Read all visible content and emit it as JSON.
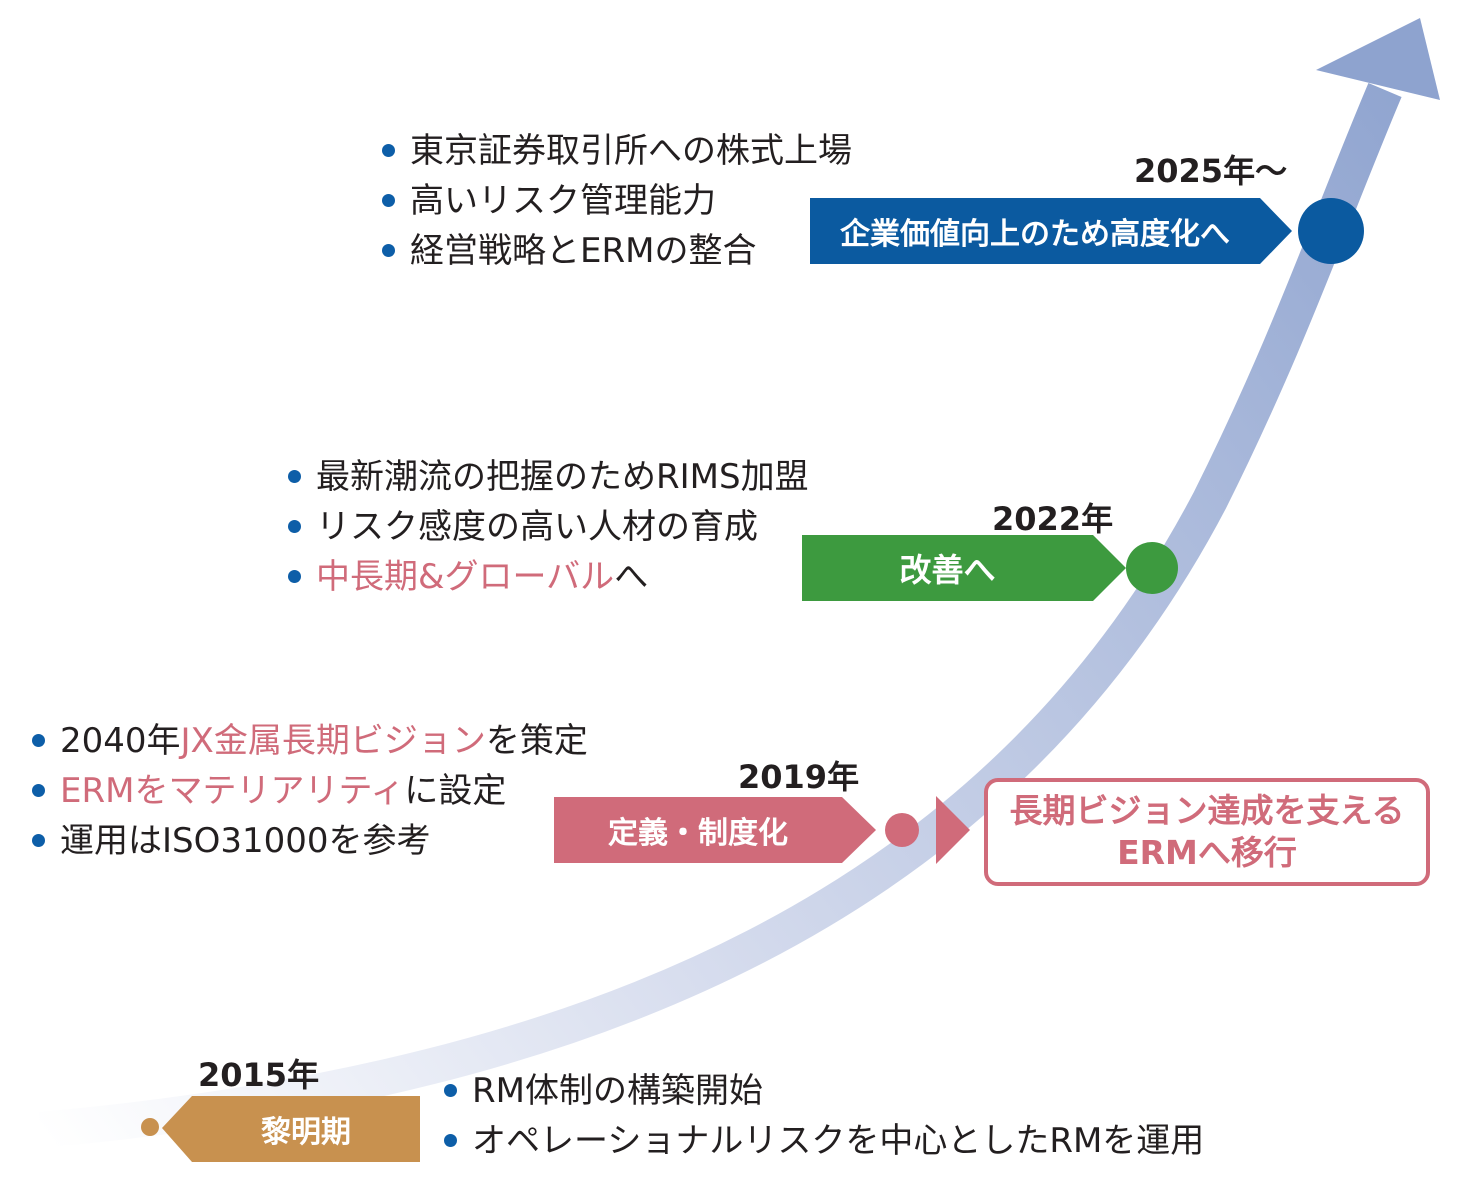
{
  "colors": {
    "curve_start": "#f3f5fb",
    "curve_end": "#8ea3cf",
    "stage_2025": "#0b5aa0",
    "stage_2022": "#3d9a3f",
    "stage_2019": "#d06b7a",
    "stage_2015": "#c8914f",
    "bullet": "#0d5ea8",
    "accent_text": "#d06b7a"
  },
  "stages": {
    "s2015": {
      "year": "2015年",
      "label": "黎明期",
      "items": [
        "RM体制の構築開始",
        "オペレーショナルリスクを中心としたRMを運用"
      ]
    },
    "s2019": {
      "year": "2019年",
      "label": "定義・制度化",
      "items": {
        "i1": {
          "pre": "2040年",
          "accent": "JX金属長期ビジョン",
          "post": "を策定"
        },
        "i2": {
          "accent": "ERMをマテリアリティ",
          "post": "に設定"
        },
        "i3": "運用はISO31000を参考"
      },
      "goal_line1": "長期ビジョン達成を支える",
      "goal_line2": "ERMへ移行"
    },
    "s2022": {
      "year": "2022年",
      "label": "改善へ",
      "items": {
        "i1": "最新潮流の把握のためRIMS加盟",
        "i2": "リスク感度の高い人材の育成",
        "i3": {
          "accent": "中長期&グローバル",
          "post": "へ"
        }
      }
    },
    "s2025": {
      "year": "2025年～",
      "label": "企業価値向上のため高度化へ",
      "items": [
        "東京証券取引所への株式上場",
        "高いリスク管理能力",
        "経営戦略とERMの整合"
      ]
    }
  }
}
